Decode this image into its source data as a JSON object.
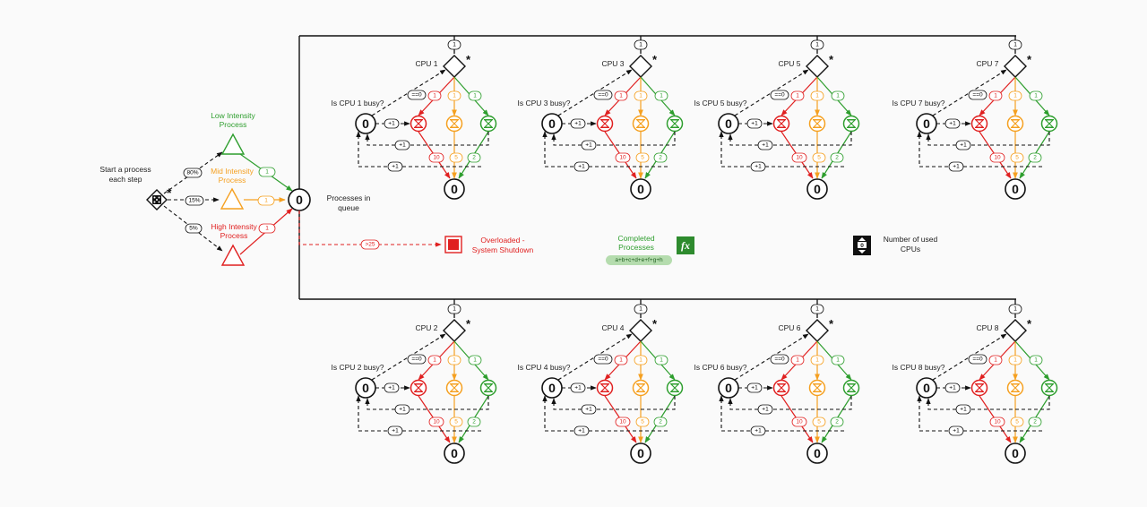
{
  "colors": {
    "low": "#2e9e2e",
    "mid": "#f5a020",
    "high": "#e02020",
    "line": "#111111"
  },
  "source": {
    "label_line1": "Start a process",
    "label_line2": "each step",
    "star": "*",
    "edges": {
      "low": "80%",
      "mid": "15%",
      "high": "5%"
    }
  },
  "processes": {
    "low": {
      "label_line1": "Low Intensity",
      "label_line2": "Process",
      "weight": "1"
    },
    "mid": {
      "label_line1": "Mid Intensity",
      "label_line2": "Process",
      "weight": "1"
    },
    "high": {
      "label_line1": "High Intensity",
      "label_line2": "Process",
      "weight": "1"
    }
  },
  "queue": {
    "value": "0",
    "label_line1": "Processes in",
    "label_line2": "queue",
    "overflow_condition": ">25"
  },
  "shutdown": {
    "label_line1": "Overloaded -",
    "label_line2": "System Shutdown"
  },
  "completed": {
    "label_line1": "Completed",
    "label_line2": "Processes",
    "formula": "a+b+c+d+e+f+g+h",
    "icon": "fx"
  },
  "used_cpus": {
    "label_line1": "Number of used",
    "label_line2": "CPUs",
    "value": "0"
  },
  "cpu_common": {
    "in_weight": "1",
    "busy_check": "==0",
    "decrement": "+1",
    "return_label": "+1",
    "branch_weights": {
      "high": "1",
      "mid": "1",
      "low": "1"
    },
    "durations": {
      "high": "10",
      "mid": "5",
      "low": "2"
    },
    "idle_value": "0",
    "done_value": "0",
    "star": "*"
  },
  "cpus": [
    {
      "name": "CPU 1",
      "busy_label": "Is CPU 1 busy?"
    },
    {
      "name": "CPU 2",
      "busy_label": "Is CPU 2 busy?"
    },
    {
      "name": "CPU 3",
      "busy_label": "Is CPU 3 busy?"
    },
    {
      "name": "CPU 4",
      "busy_label": "Is CPU 4 busy?"
    },
    {
      "name": "CPU 5",
      "busy_label": "Is CPU 5 busy?"
    },
    {
      "name": "CPU 6",
      "busy_label": "Is CPU 6 busy?"
    },
    {
      "name": "CPU 7",
      "busy_label": "Is CPU 7 busy?"
    },
    {
      "name": "CPU 8",
      "busy_label": "Is CPU 8 busy?"
    }
  ]
}
